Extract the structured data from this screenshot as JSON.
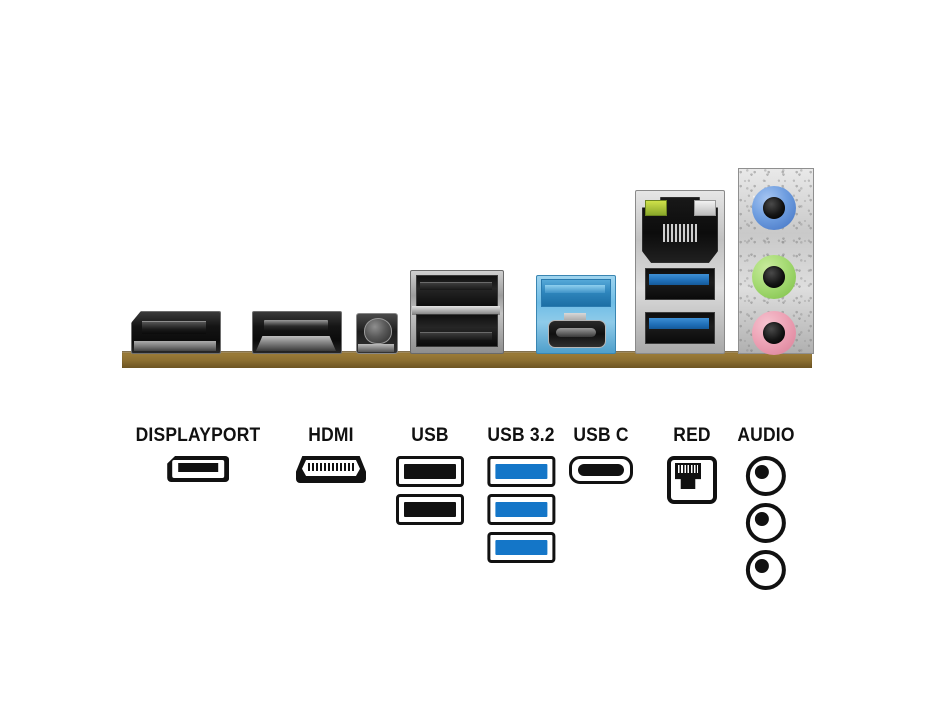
{
  "image": {
    "subject": "Motherboard rear I/O panel with port legend",
    "background_color": "#ffffff"
  },
  "io_panel": {
    "pcb_color": "#8a6b2e",
    "ports": [
      {
        "name": "displayport-connector",
        "type": "DisplayPort",
        "color": "#141414"
      },
      {
        "name": "hdmi-connector",
        "type": "HDMI",
        "color": "#151515"
      },
      {
        "name": "round-button-connector",
        "type": "Button",
        "color": "#2a2a2a"
      },
      {
        "name": "usb2-dual-connector",
        "type": "USB 2.0 x2",
        "color": "#101010"
      },
      {
        "name": "usb32-typea-connector",
        "type": "USB 3.2 Type-A",
        "color": "#2f86bd"
      },
      {
        "name": "usb-typec-connector",
        "type": "USB Type-C",
        "color": "#101010"
      },
      {
        "name": "lan-rj45-connector",
        "type": "RJ45 LAN",
        "color": "#0c0c0c"
      },
      {
        "name": "usb32-lan-stack-connector",
        "type": "USB 3.2 Type-A x2",
        "color": "#1f6fb8"
      },
      {
        "name": "audio-jack-line-in",
        "type": "Line In",
        "color": "#6f9ee0"
      },
      {
        "name": "audio-jack-line-out",
        "type": "Line Out",
        "color": "#a6db74"
      },
      {
        "name": "audio-jack-microphone",
        "type": "Microphone",
        "color": "#eda3b6"
      }
    ],
    "lan_leds": [
      {
        "name": "lan-led-activity",
        "color": "#cfe14a"
      },
      {
        "name": "lan-led-link",
        "color": "#f2f2f2"
      }
    ]
  },
  "legend": {
    "groups": [
      {
        "id": "displayport",
        "label": "DISPLAYPORT",
        "icon": "displayport-icon",
        "count": 1,
        "icon_color": "#111111"
      },
      {
        "id": "hdmi",
        "label": "HDMI",
        "icon": "hdmi-icon",
        "count": 1,
        "icon_color": "#111111"
      },
      {
        "id": "usb",
        "label": "USB",
        "icon": "usb-type-a-icon",
        "count": 2,
        "icon_color": "#111111"
      },
      {
        "id": "usb32",
        "label": "USB 3.2",
        "icon": "usb-3-type-a-icon",
        "count": 3,
        "icon_color": "#1476c8"
      },
      {
        "id": "usbc",
        "label": "USB C",
        "icon": "usb-type-c-icon",
        "count": 1,
        "icon_color": "#111111"
      },
      {
        "id": "lan",
        "label": "RED",
        "icon": "rj45-icon",
        "count": 1,
        "icon_color": "#111111"
      },
      {
        "id": "audio",
        "label": "AUDIO",
        "icon": "audio-jack-icon",
        "count": 3,
        "icon_color": "#111111"
      }
    ]
  }
}
